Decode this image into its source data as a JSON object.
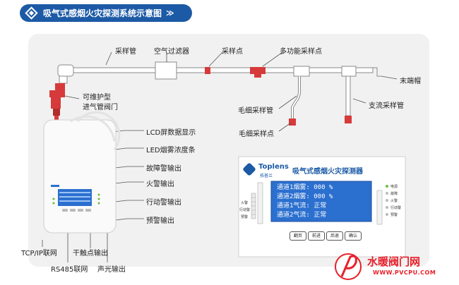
{
  "header": {
    "title": "吸气式感烟火灾探测系统示意图",
    "chevron": "≫"
  },
  "pipe_labels": {
    "sampling_pipe": "采样管",
    "air_filter": "空气过滤器",
    "sampling_point": "采样点",
    "multi_point": "多功能采样点",
    "end_cap": "末端帽",
    "branch_pipe": "支流采样管",
    "capillary_pipe": "毛细采样管",
    "capillary_point": "毛细采样点",
    "valve_line1": "可维护型",
    "valve_line2": "进气管阀门"
  },
  "callouts": {
    "lcd": "LCD屏数据显示",
    "led": "LED烟雾浓度条",
    "fault": "故障警输出",
    "fire": "火警输出",
    "action": "行动警输出",
    "prealarm": "预警输出",
    "tcpip": "TCP/IP联网",
    "relay": "干触点输出",
    "rs485": "RS485联网",
    "sound_light": "声光输出"
  },
  "panel_device": {
    "brand": "Toplens",
    "brand_cn": "拓普兰",
    "title": "吸气式感烟火灾探测器",
    "screen_lines": [
      "通道1烟雾: 000 %",
      "通道2烟雾: 000 %",
      "通道1气流: 正常",
      "通道2气流: 正常"
    ],
    "buttons": [
      "翻页",
      "前进",
      "后退",
      "确认"
    ],
    "left_leds": [
      "火警",
      "行动警",
      "预警"
    ],
    "right_leds": [
      "电源",
      "故障",
      "火警",
      "行动警",
      "预警"
    ]
  },
  "watermark": {
    "name": "水暖阀门网",
    "url": "WWW.PVCPU.COM"
  },
  "colors": {
    "header": "#1c5aa6",
    "pipe_red": "#d63a3a",
    "screen_blue": "#2b6fcf"
  }
}
